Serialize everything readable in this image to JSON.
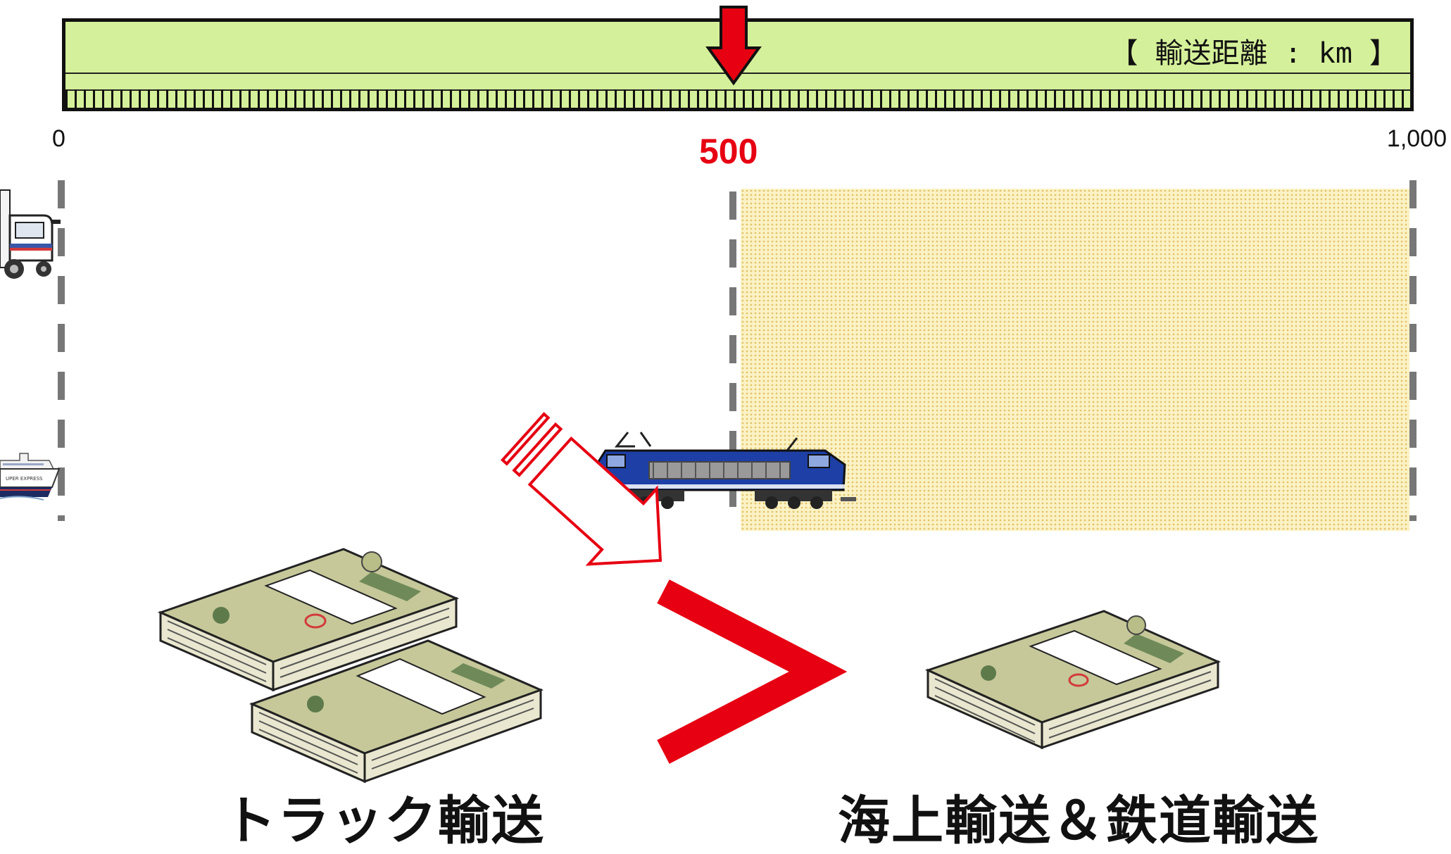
{
  "ruler": {
    "caption": "【 輸送距離 : km 】",
    "tick_min": "0",
    "tick_mid": "500",
    "tick_max": "1,000"
  },
  "labels": {
    "truck": "トラック輸送",
    "sea_rail": "海上輸送＆鉄道輸送"
  },
  "colors": {
    "ruler_fill": "#d5f09a",
    "highlight": "#e60012",
    "zone_fill": "#fbf2c5",
    "train_blue": "#1d3fa6",
    "banknote_green": "#c6c89a"
  },
  "icons": {
    "truck": "truck-icon",
    "ship": "ship-icon",
    "train": "locomotive-icon",
    "money_large": "cash-stacks-icon",
    "money_small": "cash-stack-icon",
    "comparison": "greater-than-icon"
  },
  "comparison": {
    "symbol": ">"
  }
}
